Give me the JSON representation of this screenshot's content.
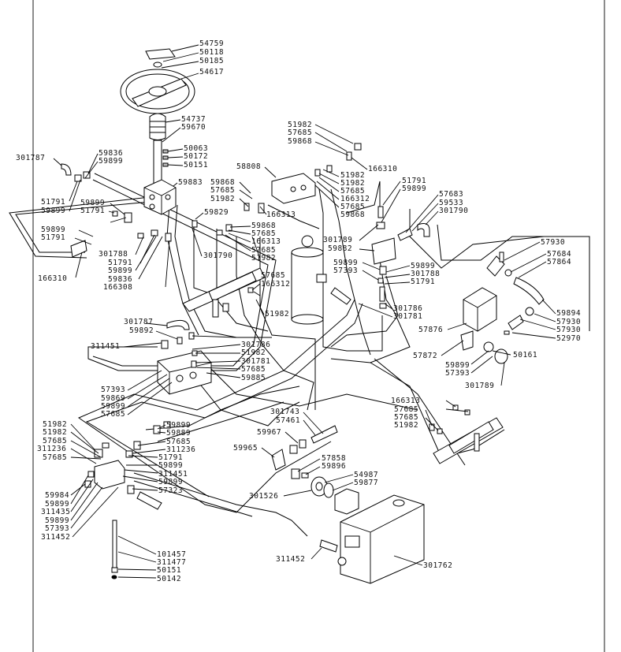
{
  "labels": [
    "54759",
    "50118",
    "50185",
    "54617",
    "54737",
    "59670",
    "50063",
    "50172",
    "50151",
    "59883",
    "301787",
    "59836",
    "59899",
    "51791",
    "59899",
    "51791",
    "59899",
    "59829",
    "59899",
    "51791",
    "166310",
    "301788",
    "51791",
    "59899",
    "59836",
    "166308",
    "301790",
    "58808",
    "59868",
    "57685",
    "51982",
    "166313",
    "59868",
    "57685",
    "166313",
    "57685",
    "51982",
    "51982",
    "57685",
    "59868",
    "51982",
    "166310",
    "51982",
    "57685",
    "166312",
    "57685",
    "59868",
    "51791",
    "59899",
    "57683",
    "59533",
    "301790",
    "301789",
    "59882",
    "59899",
    "57393",
    "59899",
    "301788",
    "51791",
    "301786",
    "301781",
    "57685",
    "166312",
    "51982",
    "301787",
    "59892",
    "311451",
    "301786",
    "51982",
    "301781",
    "57685",
    "59885",
    "57393",
    "59869",
    "59899",
    "57685",
    "57930",
    "57684",
    "57864",
    "59894",
    "57930",
    "57930",
    "52970",
    "57876",
    "57872",
    "59899",
    "57393",
    "50161",
    "301789",
    "166313",
    "57685",
    "57685",
    "51982",
    "301743",
    "57461",
    "59967",
    "59965",
    "57858",
    "59896",
    "54987",
    "59877",
    "301526",
    "51982",
    "51982",
    "57685",
    "311236",
    "57685",
    "59899",
    "59889",
    "57685",
    "311236",
    "51791",
    "59899",
    "311451",
    "59899",
    "57323",
    "59984",
    "59899",
    "311435",
    "59899",
    "57393",
    "311452",
    "101457",
    "311477",
    "50151",
    "50142",
    "311452",
    "301762"
  ]
}
